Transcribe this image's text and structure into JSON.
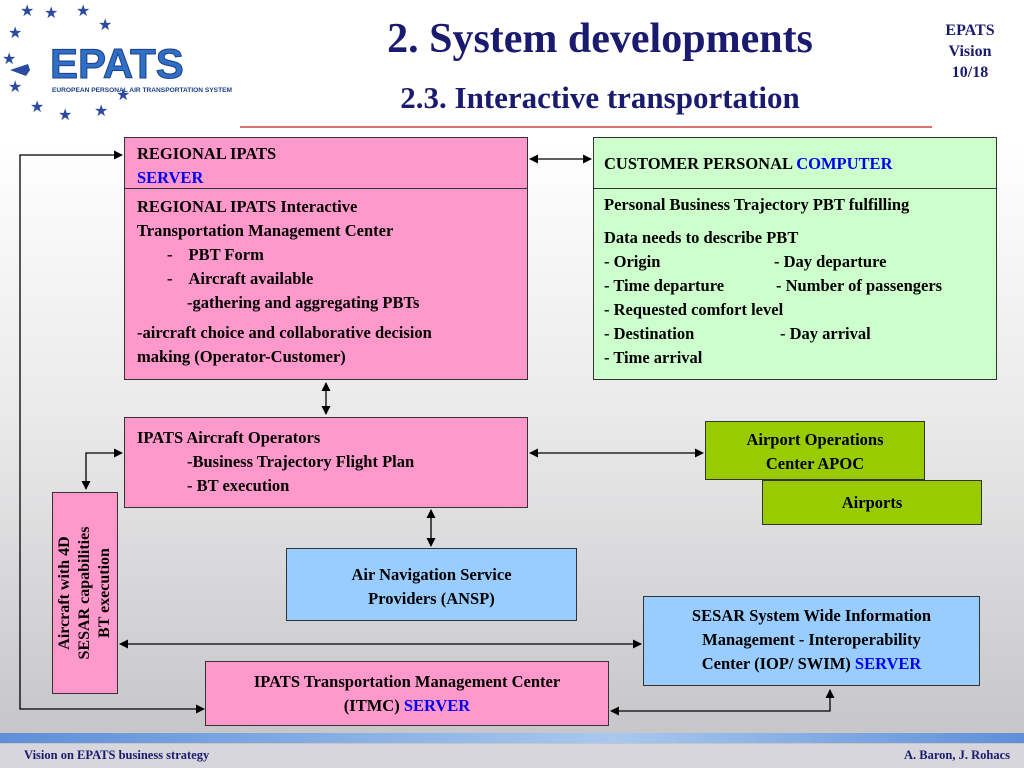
{
  "logo": {
    "text": "EPATS",
    "subtext": "EUROPEAN PERSONAL AIR TRANSPORTATION SYSTEM"
  },
  "header": {
    "title": "2. System developments",
    "subtitle": "2.3. Interactive transportation",
    "slide_info": [
      "EPATS",
      "Vision",
      "10/18"
    ]
  },
  "boxes": {
    "regional_server": {
      "line1": "REGIONAL IPATS",
      "line2": "SERVER"
    },
    "regional_itmc": {
      "line1": "REGIONAL IPATS Interactive",
      "line2": "Transportation Management Center",
      "item1_bullet": "-",
      "item1": "PBT Form",
      "item2_bullet": "-",
      "item2": "Aircraft available",
      "item3": "-gathering and aggregating PBTs",
      "item4": "-aircraft choice and collaborative decision",
      "item5": "making (Operator-Customer)"
    },
    "customer_pc": {
      "label": "CUSTOMER PERSONAL ",
      "label_blue": "COMPUTER"
    },
    "pbt": {
      "line1": "Personal Business Trajectory  PBT fulfilling",
      "line2": "Data needs to describe PBT",
      "rows": [
        {
          "a": "- Origin",
          "b": "- Day departure"
        },
        {
          "a": "- Time departure",
          "b": "- Number of passengers"
        },
        {
          "a": "- Requested comfort level",
          "b": ""
        },
        {
          "a": "- Destination",
          "b": "- Day arrival"
        },
        {
          "a": "- Time arrival",
          "b": ""
        }
      ]
    },
    "operators": {
      "line1": "IPATS Aircraft Operators",
      "line2": "-Business Trajectory Flight Plan",
      "line3": "- BT execution"
    },
    "apoc": {
      "line1": "Airport Operations",
      "line2": "Center APOC"
    },
    "airports": {
      "label": "Airports"
    },
    "ansp": {
      "line1": "Air Navigation Service",
      "line2": "Providers (ANSP)"
    },
    "swim": {
      "line1": "SESAR System Wide Information",
      "line2": "Management  - Interoperability",
      "line3": "Center (IOP/ SWIM) ",
      "line3_blue": "SERVER"
    },
    "itmc": {
      "line1": "IPATS Transportation Management Center",
      "line2": "(ITMC) ",
      "line2_blue": "SERVER"
    },
    "aircraft": {
      "line1": "Aircraft with 4D",
      "line2": "SESAR capabilities",
      "line3": "BT execution"
    }
  },
  "footer": {
    "left": "Vision on EPATS business strategy",
    "right": "A. Baron, J. Rohacs"
  },
  "colors": {
    "pink": "#ff99cc",
    "light_green": "#ccffcc",
    "green": "#99cc00",
    "light_blue": "#99ccff",
    "title_navy": "#1a1a6e",
    "server_blue": "#0000ee"
  }
}
